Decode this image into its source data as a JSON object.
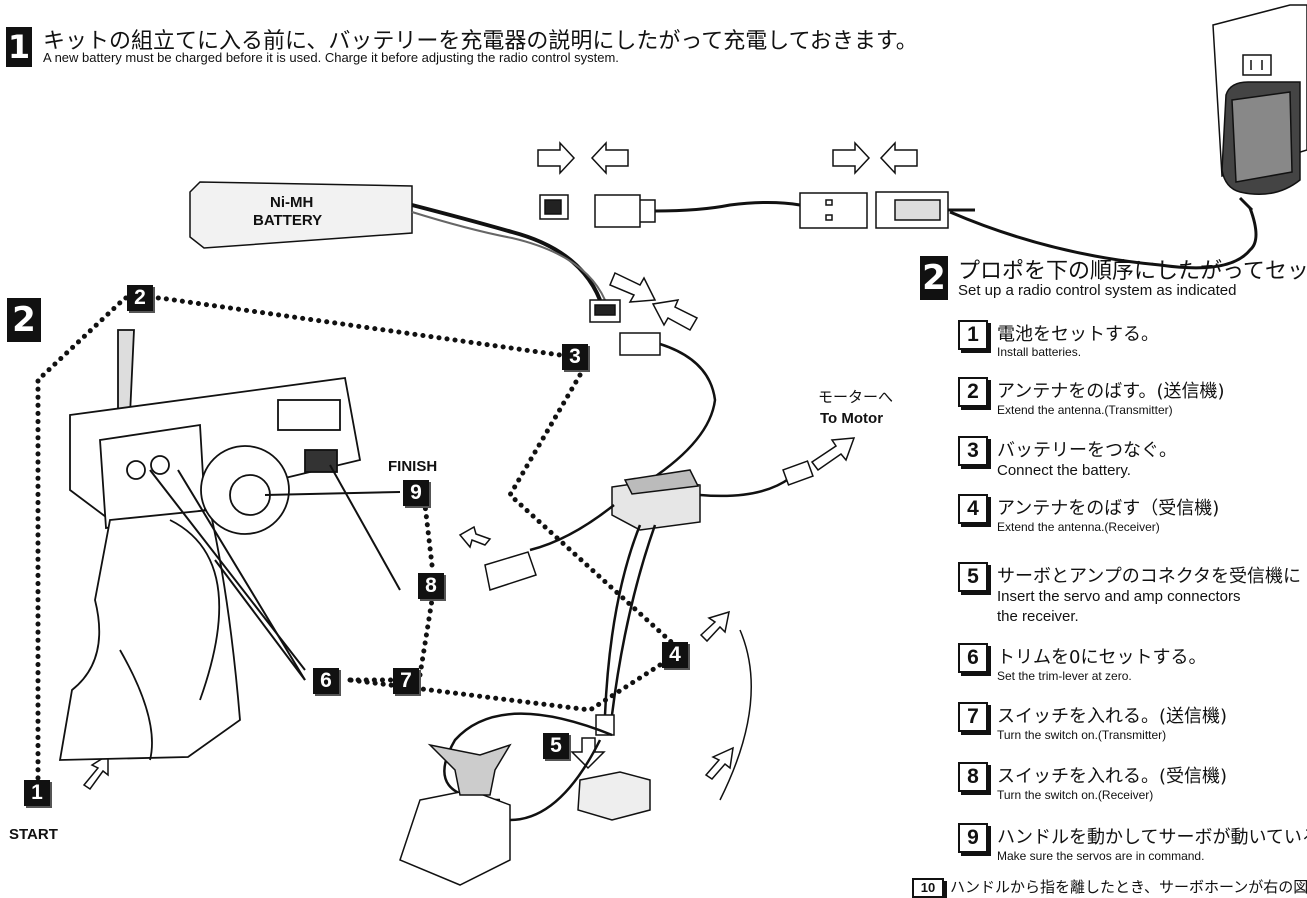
{
  "step1": {
    "number": "1",
    "ja": "キットの組立てに入る前に、バッテリーを充電器の説明にしたがって充電しておきます。",
    "en": "A new battery must be charged before it is used. Charge it before adjusting the radio control system."
  },
  "step2": {
    "number": "2",
    "ja": "プロポを下の順序にしたがってセット",
    "en": "Set up a radio control system as indicated"
  },
  "diagram": {
    "battery_label_1": "Ni-MH",
    "battery_label_2": "BATTERY",
    "motor_ja": "モーターへ",
    "motor_en": "To Motor",
    "start_label": "START",
    "finish_label": "FINISH",
    "big_step": "2",
    "seq": [
      "1",
      "2",
      "3",
      "4",
      "5",
      "6",
      "7",
      "8",
      "9"
    ]
  },
  "instructions": [
    {
      "num": "1",
      "ja": "電池をセットする。",
      "en": "Install batteries."
    },
    {
      "num": "2",
      "ja": "アンテナをのばす。(送信機)",
      "en": "Extend the antenna.(Transmitter)"
    },
    {
      "num": "3",
      "ja": "バッテリーをつなぐ。",
      "en": "Connect the battery."
    },
    {
      "num": "4",
      "ja": "アンテナをのばす（受信機)",
      "en": "Extend the antenna.(Receiver)"
    },
    {
      "num": "5",
      "ja": "サーボとアンプのコネクタを受信機に",
      "en": "Insert the servo and amp connectors",
      "en2": "the receiver."
    },
    {
      "num": "6",
      "ja": "トリムを0にセットする。",
      "en": "Set the trim-lever at zero."
    },
    {
      "num": "7",
      "ja": "スイッチを入れる。(送信機)",
      "en": "Turn the switch on.(Transmitter)"
    },
    {
      "num": "8",
      "ja": "スイッチを入れる。(受信機)",
      "en": "Turn the switch on.(Receiver)"
    },
    {
      "num": "9",
      "ja": "ハンドルを動かしてサーボが動いているか",
      "en": "Make sure the servos are in command."
    },
    {
      "num": "10",
      "ja": "ハンドルから指を離したとき、サーボホーンが右の図のよ"
    }
  ]
}
